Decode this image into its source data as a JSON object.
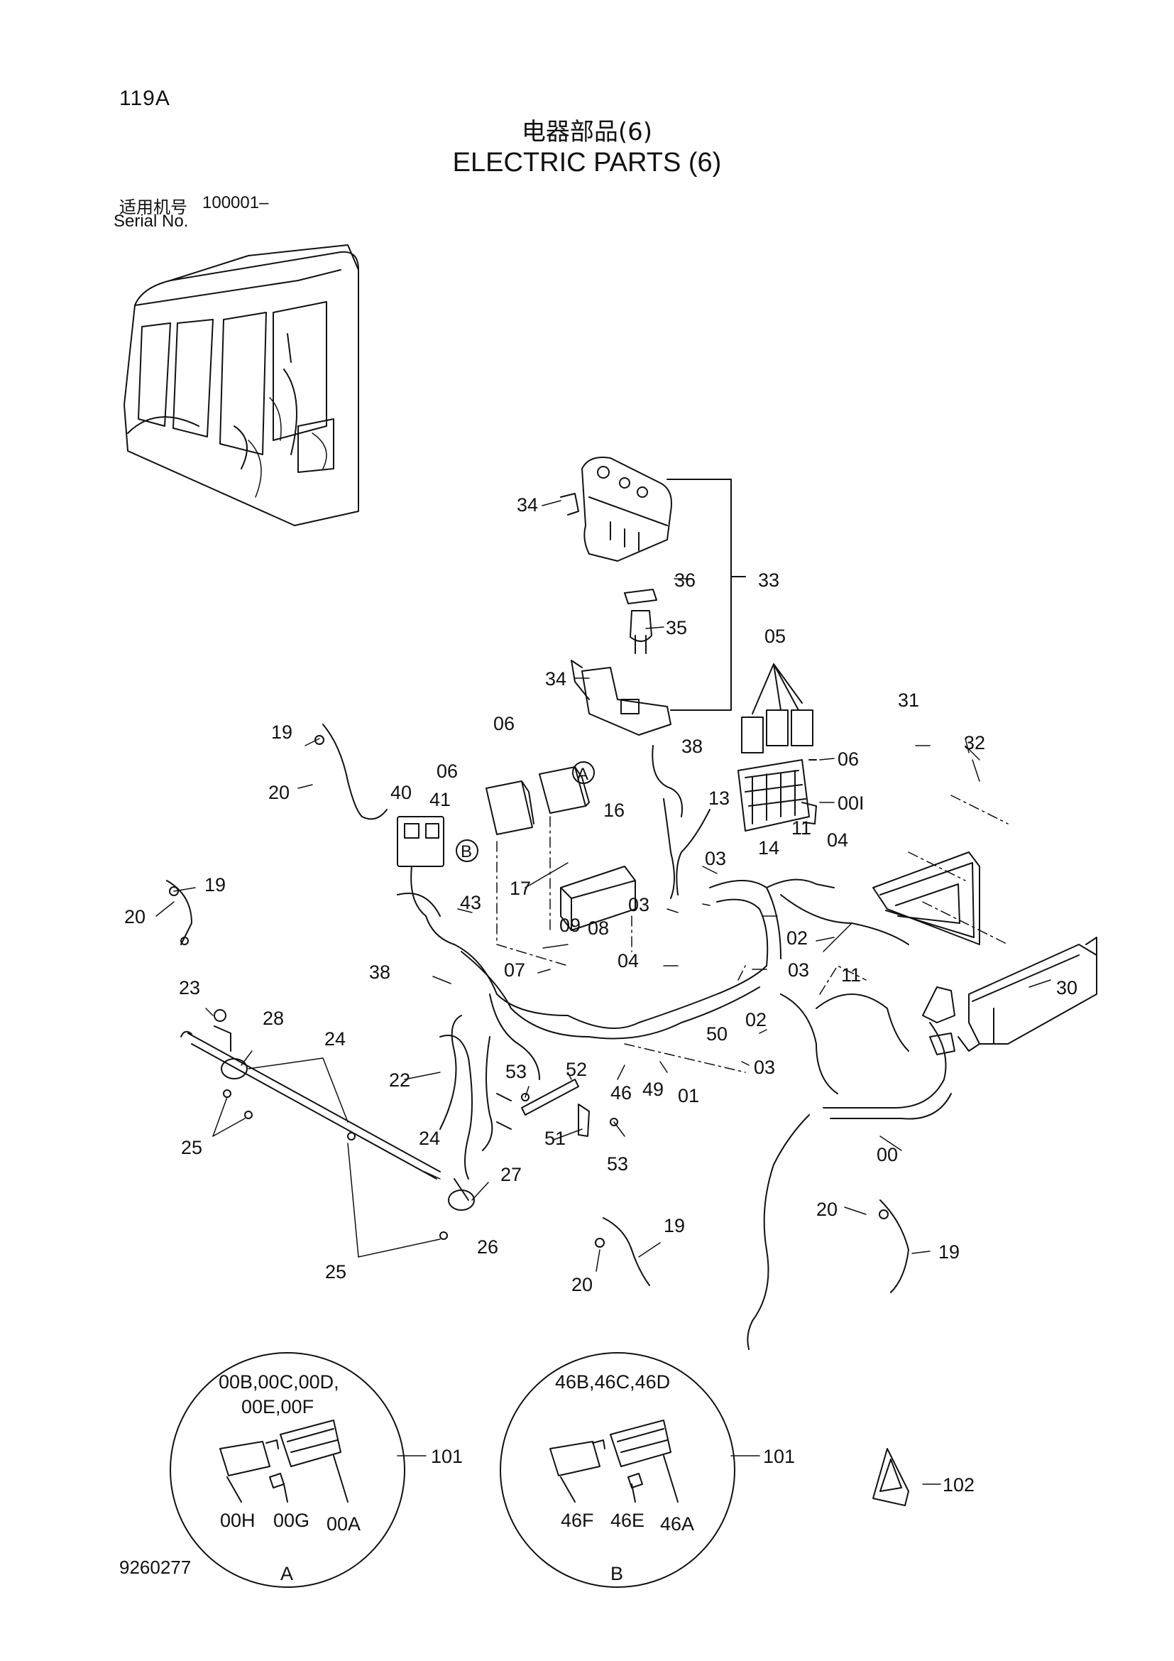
{
  "header": {
    "page_ref": "119A",
    "title_cn": "电器部品(6)",
    "title_en": "ELECTRIC PARTS (6)",
    "serial_cn": "适用机号",
    "serial_range": "100001–",
    "serial_en": "Serial No."
  },
  "callouts": {
    "c00": "00",
    "c00I": "00I",
    "c01": "01",
    "c02a": "02",
    "c02b": "02",
    "c03a": "03",
    "c03b": "03",
    "c03c": "03",
    "c03d": "03",
    "c04a": "04",
    "c04b": "04",
    "c05": "05",
    "c06a": "06",
    "c06b": "06",
    "c06c": "06",
    "c07": "07",
    "c08": "08",
    "c09": "09",
    "c11a": "11",
    "c11b": "11",
    "c13": "13",
    "c14": "14",
    "c16": "16",
    "c17": "17",
    "c19a": "19",
    "c19b": "19",
    "c19c": "19",
    "c19d": "19",
    "c20a": "20",
    "c20b": "20",
    "c20c": "20",
    "c20d": "20",
    "c22": "22",
    "c23": "23",
    "c24a": "24",
    "c24b": "24",
    "c25a": "25",
    "c25b": "25",
    "c26": "26",
    "c27": "27",
    "c28": "28",
    "c30": "30",
    "c31": "31",
    "c32": "32",
    "c33": "33",
    "c34a": "34",
    "c34b": "34",
    "c35": "35",
    "c36": "36",
    "c38a": "38",
    "c38b": "38",
    "c40": "40",
    "c41": "41",
    "c43": "43",
    "c46": "46",
    "c49": "49",
    "c50": "50",
    "c51": "51",
    "c52": "52",
    "c53a": "53",
    "c53b": "53",
    "c101a": "101",
    "c101b": "101",
    "c102": "102"
  },
  "detail_markers": {
    "a": "A",
    "b": "B"
  },
  "detail_a": {
    "label_line1": "00B,00C,00D,",
    "label_line2": "00E,00F",
    "part_h": "00H",
    "part_g": "00G",
    "part_a": "00A",
    "caption": "A"
  },
  "detail_b": {
    "label_line1": "46B,46C,46D",
    "part_f": "46F",
    "part_e": "46E",
    "part_a": "46A",
    "caption": "B"
  },
  "footer": {
    "drawing_no": "9260277"
  }
}
